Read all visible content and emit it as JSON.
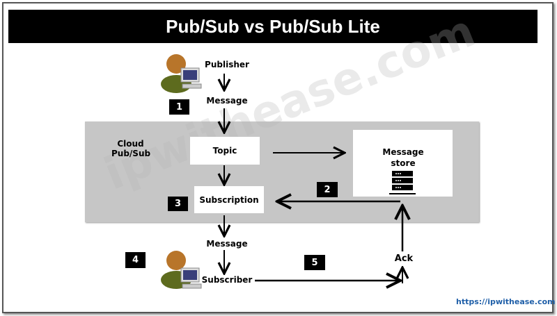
{
  "title": "Pub/Sub vs Pub/Sub Lite",
  "labels": {
    "publisher": "Publisher",
    "message_top": "Message",
    "cloud": "Cloud\nPub/Sub",
    "topic": "Topic",
    "message_store": "Message store",
    "subscription": "Subscription",
    "message_bottom": "Message",
    "subscriber": "Subscriber",
    "ack": "Ack"
  },
  "steps": [
    "1",
    "2",
    "3",
    "4",
    "5"
  ],
  "watermark": "ipwithease.com",
  "url": "https://ipwithease.com",
  "colors": {
    "cloud_bg": "#c6c6c6",
    "url": "#1f5fa8",
    "person_body": "#5d6b1e",
    "person_head": "#b8752a"
  }
}
